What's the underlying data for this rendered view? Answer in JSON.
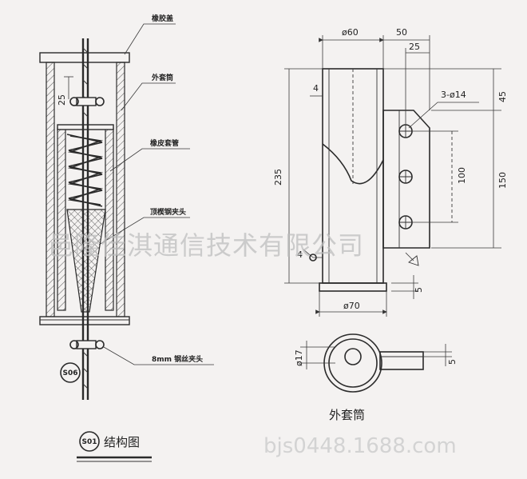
{
  "left_view": {
    "labels": {
      "rubber_cap": "橡胶盖",
      "outer_sleeve": "外套筒",
      "rubber_hose": "橡皮套管",
      "wedge_clamp": "顶楔钢夹头",
      "rope_clamp": "8mm 钢丝夹头"
    },
    "dim_25": "25",
    "tag_s06": "S06",
    "tag_s01": "S01",
    "caption": "结构图"
  },
  "right_view": {
    "dim_phi60": "ø60",
    "dim_50": "50",
    "dim_25": "25",
    "dim_holes": "3-ø14",
    "dim_45": "45",
    "dim_4": "4",
    "dim_235": "235",
    "dim_100": "100",
    "dim_150": "150",
    "dim_weld_4": "4",
    "dim_5": "5",
    "dim_phi70": "ø70",
    "dim_phi17": "ø17",
    "dim_5b": "5",
    "caption": "外套筒"
  },
  "watermark": {
    "company": "邑隆佳淇通信技术有限公司",
    "url": "bjs0448.1688.com"
  }
}
